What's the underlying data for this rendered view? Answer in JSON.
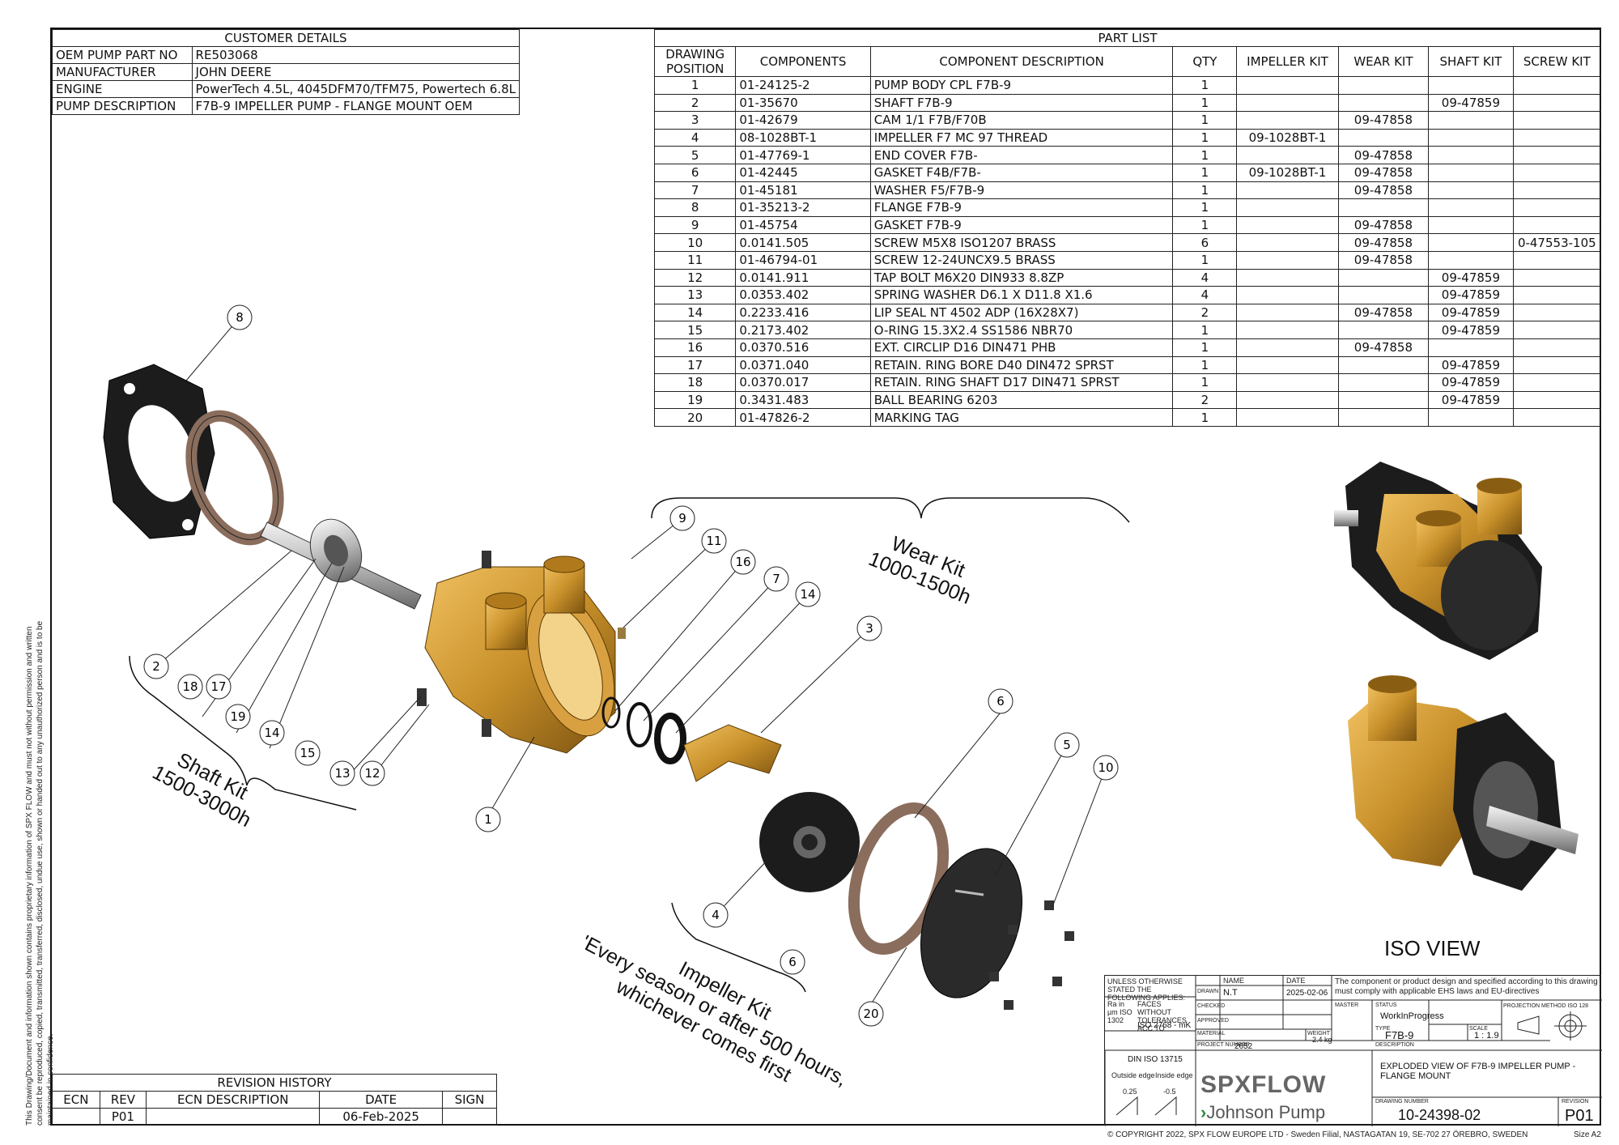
{
  "customer": {
    "header": "CUSTOMER DETAILS",
    "rows": [
      {
        "key": "OEM PUMP PART NO",
        "value": "RE503068"
      },
      {
        "key": "MANUFACTURER",
        "value": "JOHN DEERE"
      },
      {
        "key": "ENGINE",
        "value": "PowerTech 4.5L,  4045DFM70/TFM75, Powertech 6.8L"
      },
      {
        "key": "PUMP DESCRIPTION",
        "value": "F7B-9 IMPELLER PUMP - FLANGE MOUNT OEM"
      }
    ]
  },
  "part_list": {
    "header": "PART LIST",
    "columns": [
      "DRAWING POSITION",
      "COMPONENTS",
      "COMPONENT DESCRIPTION",
      "QTY",
      "IMPELLER KIT",
      "WEAR KIT",
      "SHAFT KIT",
      "SCREW KIT"
    ],
    "rows": [
      [
        "1",
        "01-24125-2",
        "PUMP BODY CPL F7B-9",
        "1",
        "",
        "",
        "",
        ""
      ],
      [
        "2",
        "01-35670",
        "SHAFT F7B-9",
        "1",
        "",
        "",
        "09-47859",
        ""
      ],
      [
        "3",
        "01-42679",
        "CAM 1/1 F7B/F70B",
        "1",
        "",
        "09-47858",
        "",
        ""
      ],
      [
        "4",
        "08-1028BT-1",
        "IMPELLER F7 MC 97 THREAD",
        "1",
        "09-1028BT-1",
        "",
        "",
        ""
      ],
      [
        "5",
        "01-47769-1",
        "END COVER F7B-",
        "1",
        "",
        "09-47858",
        "",
        ""
      ],
      [
        "6",
        "01-42445",
        "GASKET F4B/F7B-",
        "1",
        "09-1028BT-1",
        "09-47858",
        "",
        ""
      ],
      [
        "7",
        "01-45181",
        "WASHER F5/F7B-9",
        "1",
        "",
        "09-47858",
        "",
        ""
      ],
      [
        "8",
        "01-35213-2",
        "FLANGE F7B-9",
        "1",
        "",
        "",
        "",
        ""
      ],
      [
        "9",
        "01-45754",
        "GASKET F7B-9",
        "1",
        "",
        "09-47858",
        "",
        ""
      ],
      [
        "10",
        "0.0141.505",
        "SCREW M5X8 ISO1207 BRASS",
        "6",
        "",
        "09-47858",
        "",
        "0-47553-105"
      ],
      [
        "11",
        "01-46794-01",
        "SCREW 12-24UNCX9.5 BRASS",
        "1",
        "",
        "09-47858",
        "",
        ""
      ],
      [
        "12",
        "0.0141.911",
        "TAP BOLT M6X20 DIN933 8.8ZP",
        "4",
        "",
        "",
        "09-47859",
        ""
      ],
      [
        "13",
        "0.0353.402",
        "SPRING WASHER D6.1 X D11.8 X1.6",
        "4",
        "",
        "",
        "09-47859",
        ""
      ],
      [
        "14",
        "0.2233.416",
        "LIP SEAL NT 4502 ADP (16X28X7)",
        "2",
        "",
        "09-47858",
        "09-47859",
        ""
      ],
      [
        "15",
        "0.2173.402",
        "O-RING 15.3X2.4 SS1586 NBR70",
        "1",
        "",
        "",
        "09-47859",
        ""
      ],
      [
        "16",
        "0.0370.516",
        "EXT. CIRCLIP D16 DIN471 PHB",
        "1",
        "",
        "09-47858",
        "",
        ""
      ],
      [
        "17",
        "0.0371.040",
        "RETAIN. RING BORE D40 DIN472 SPRST",
        "1",
        "",
        "",
        "09-47859",
        ""
      ],
      [
        "18",
        "0.0370.017",
        "RETAIN. RING SHAFT D17 DIN471 SPRST",
        "1",
        "",
        "",
        "09-47859",
        ""
      ],
      [
        "19",
        "0.3431.483",
        "BALL BEARING 6203",
        "2",
        "",
        "",
        "09-47859",
        ""
      ],
      [
        "20",
        "01-47826-2",
        "MARKING TAG",
        "1",
        "",
        "",
        "",
        ""
      ]
    ]
  },
  "revision": {
    "header": "REVISION HISTORY",
    "columns": [
      "ECN",
      "REV",
      "ECN DESCRIPTION",
      "DATE",
      "SIGN"
    ],
    "rows": [
      [
        "",
        "P01",
        "",
        "06-Feb-2025",
        ""
      ]
    ]
  },
  "side_note": "This Drawing/Document and information shown contains proprietary information of SPX FLOW and must not without permission and written consent be reproduced, copied, transmitted, transferred, disclosed, undue use, shown or handed out to any unauthorized person and is to be maintained in confidence.",
  "kits": {
    "wear": "Wear Kit\n1000-1500h",
    "shaft": "Shaft Kit\n1500-3000h",
    "impeller": "Impeller Kit\n'Every season or after 500 hours,\nwhichever comes first"
  },
  "balloons": [
    "8",
    "9",
    "11",
    "16",
    "7",
    "14",
    "3",
    "2",
    "18",
    "17",
    "19",
    "14",
    "15",
    "13",
    "12",
    "1",
    "6",
    "5",
    "10",
    "4",
    "6",
    "20"
  ],
  "iso_view": "ISO VIEW",
  "title_block": {
    "unless": "UNLESS OTHERWISE STATED THE FOLLOWING APPLIES:",
    "ra": "Ra in µm ISO 1302",
    "faces": "FACES WITHOUT TOLERANCES ACC TO",
    "tol_std": "ISO 2768 - mK",
    "iso13715": "DIN ISO 13715",
    "outside": "Outside edge",
    "inside": "Inside edge",
    "outside_val": "0.25",
    "inside_val": "-0.5",
    "name_h": "NAME",
    "date_h": "DATE",
    "drawn_l": "DRAWN",
    "drawn_name": "N.T",
    "drawn_date": "2025-02-06",
    "checked_l": "CHECKED",
    "approved_l": "APPROVED",
    "material_l": "MATERIAL",
    "weight_l": "WEIGHT",
    "weight": "2.4 kg",
    "type_l": "TYPE",
    "type": "F7B-9",
    "scale_l": "SCALE",
    "scale": "1 : 1.9",
    "project_l": "PROJECT NUMBER",
    "project": "2652",
    "status_l": "STATUS",
    "status": "WorkInProgress",
    "master_l": "MASTER",
    "notice": "The component or product design and specified according to this drawing must comply with applicable EHS laws and EU-directives",
    "projection": "PROJECTION METHOD ISO 128",
    "description_l": "DESCRIPTION",
    "description": "EXPLODED VIEW OF F7B-9 IMPELLER PUMP - FLANGE MOUNT",
    "drawing_l": "DRAWING NUMBER",
    "drawing_number": "10-24398-02",
    "revision_l": "REVISION",
    "revision": "P01",
    "brand": "SPXFLOW",
    "sub_brand": "Johnson Pump"
  },
  "copyright": "© COPYRIGHT 2022, SPX FLOW EUROPE LTD - Sweden Filial, NASTAGATAN 19, SE-702 27 ÖREBRO, SWEDEN",
  "size": "Size  A2",
  "colors": {
    "brass": "#c8902a",
    "rubber": "#1c1c1c",
    "gasket": "#8a6d5c"
  }
}
